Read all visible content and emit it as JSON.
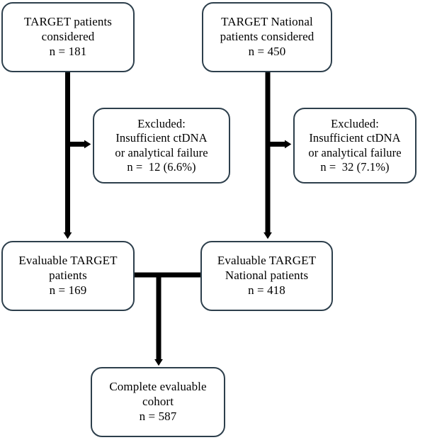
{
  "diagram": {
    "type": "flowchart",
    "title": "Patient cohort CONSORT-style flow diagram",
    "style": {
      "box_border_color": "#2d3f4c",
      "connector_color": "#000000",
      "background_color": "#ffffff"
    },
    "nodes": [
      {
        "id": "target-considered",
        "lines": [
          "TARGET patients",
          "considered",
          "n = 181"
        ],
        "count": 181
      },
      {
        "id": "national-considered",
        "lines": [
          "TARGET National",
          "patients considered",
          "n = 450"
        ],
        "count": 450
      },
      {
        "id": "excluded-target",
        "lines": [
          "Excluded:",
          "Insufficient ctDNA",
          "or analytical failure",
          "n =  12 (6.6%)"
        ],
        "count": 12,
        "percent": "6.6%"
      },
      {
        "id": "excluded-national",
        "lines": [
          "Excluded:",
          "Insufficient ctDNA",
          "or analytical failure",
          "n =  32 (7.1%)"
        ],
        "count": 32,
        "percent": "7.1%"
      },
      {
        "id": "evaluable-target",
        "lines": [
          "Evaluable TARGET",
          "patients",
          "n = 169"
        ],
        "count": 169
      },
      {
        "id": "evaluable-national",
        "lines": [
          "Evaluable TARGET",
          "National patients",
          "n = 418"
        ],
        "count": 418
      },
      {
        "id": "complete-cohort",
        "lines": [
          "Complete evaluable",
          "cohort",
          "n = 587"
        ],
        "count": 587
      }
    ],
    "connectors": [
      {
        "id": "target-down",
        "from": "target-considered",
        "to": "evaluable-target",
        "kind": "vertical-arrow"
      },
      {
        "id": "target-exclude",
        "from": "target-considered",
        "to": "excluded-target",
        "kind": "branch-right-arrow"
      },
      {
        "id": "national-down",
        "from": "national-considered",
        "to": "evaluable-national",
        "kind": "vertical-arrow"
      },
      {
        "id": "national-exclude",
        "from": "national-considered",
        "to": "excluded-national",
        "kind": "branch-right-arrow"
      },
      {
        "id": "merge-bar",
        "from": "evaluable-target",
        "to": "evaluable-national",
        "kind": "horizontal-join"
      },
      {
        "id": "merge-down",
        "from": "merge-bar",
        "to": "complete-cohort",
        "kind": "vertical-arrow"
      }
    ]
  }
}
